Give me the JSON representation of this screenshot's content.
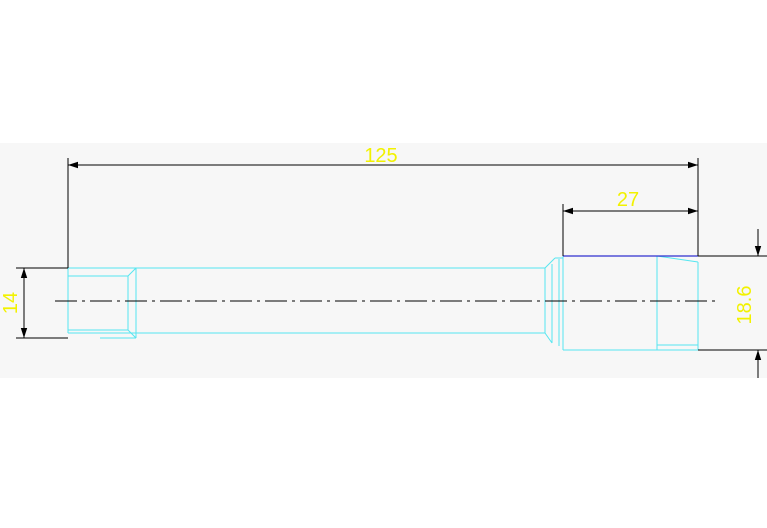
{
  "drawing": {
    "dimensions": {
      "overall_length": "125",
      "head_length": "27",
      "shaft_diameter": "14",
      "head_diameter": "18.6"
    },
    "colors": {
      "background": "#ffffff",
      "band": "#f7f7f7",
      "part_outline": "#55e6f0",
      "dimension_line": "#000000",
      "dimension_text": "#f2f200",
      "center_line": "#000000",
      "top_edge": "#3030d0"
    }
  }
}
